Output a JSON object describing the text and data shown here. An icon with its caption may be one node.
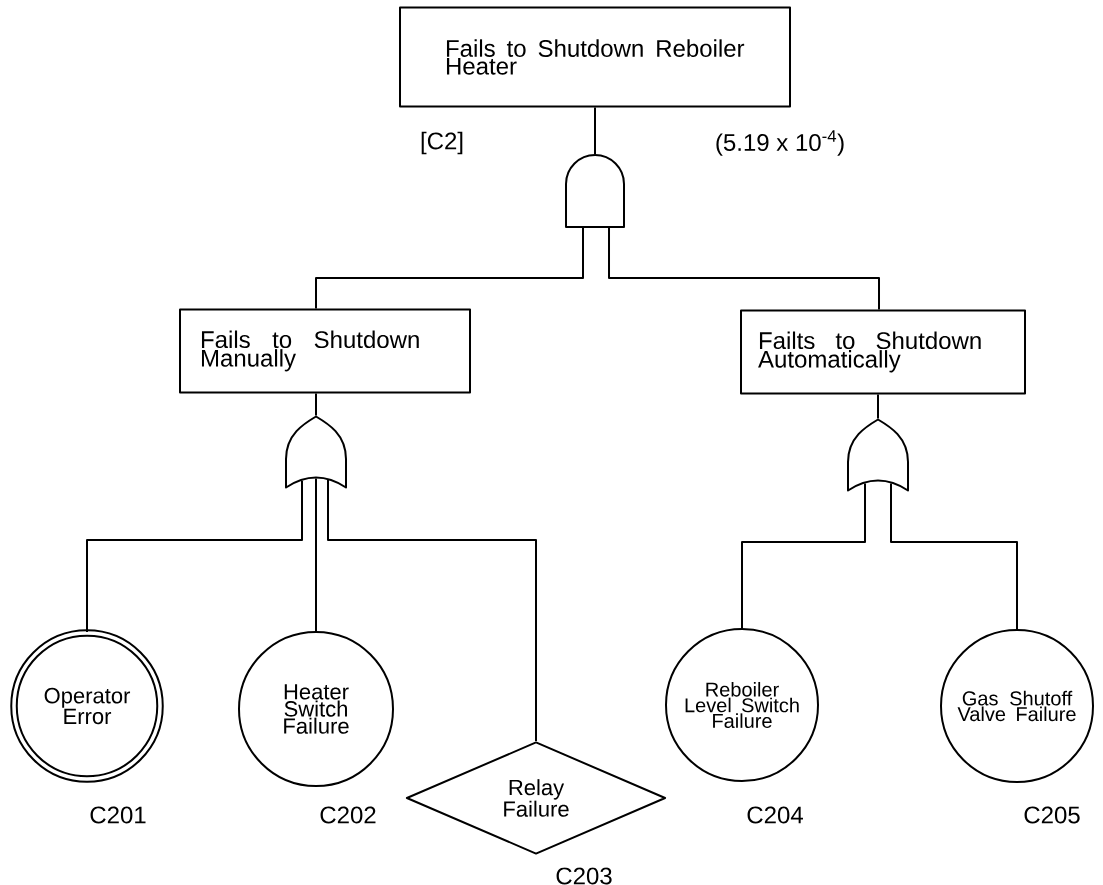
{
  "diagram": {
    "nodes": [
      {
        "text": [
          "Fails to Shutdown Reboiler Heater"
        ],
        "beside": [
          "[C2]",
          "(5.19 x 10$^{-4}$)"
        ]
      },
      {
        "text": [],
        "shape": "and-gate"
      },
      {
        "text": [
          "Fails to Shutdown Manually"
        ]
      },
      {
        "text": [
          "Failts to Shutdown Automatically"
        ]
      },
      {
        "text": [],
        "shape": "or-gate"
      },
      {
        "text": [],
        "shape": "or-gate"
      },
      {
        "text": [
          "Operator Error"
        ],
        "beside": [
          "C201"
        ]
      },
      {
        "text": [
          "Heater Switch Failure"
        ],
        "beside": [
          "C202"
        ]
      },
      {
        "text": [
          "Relay Failure"
        ],
        "beside": [
          "C203"
        ]
      },
      {
        "text": [
          "Reboiler Level Switch Failure"
        ],
        "beside": [
          "C204"
        ]
      },
      {
        "text": [
          "Gas Shutoff Valve Failure"
        ],
        "beside": [
          "C205"
        ]
      }
    ],
    "edges": [
      {
        "from": 0,
        "to": 1,
        "arrow": "none"
      },
      {
        "from": 1,
        "to": 2,
        "arrow": "none"
      },
      {
        "from": 1,
        "to": 3,
        "arrow": "none"
      },
      {
        "from": 2,
        "to": 4,
        "arrow": "none"
      },
      {
        "from": 3,
        "to": 5,
        "arrow": "none"
      },
      {
        "from": 4,
        "to": 6,
        "arrow": "none"
      },
      {
        "from": 4,
        "to": 7,
        "arrow": "none"
      },
      {
        "from": 4,
        "to": 8,
        "arrow": "none"
      },
      {
        "from": 5,
        "to": 9,
        "arrow": "none"
      },
      {
        "from": 5,
        "to": 10,
        "arrow": "none"
      }
    ]
  }
}
